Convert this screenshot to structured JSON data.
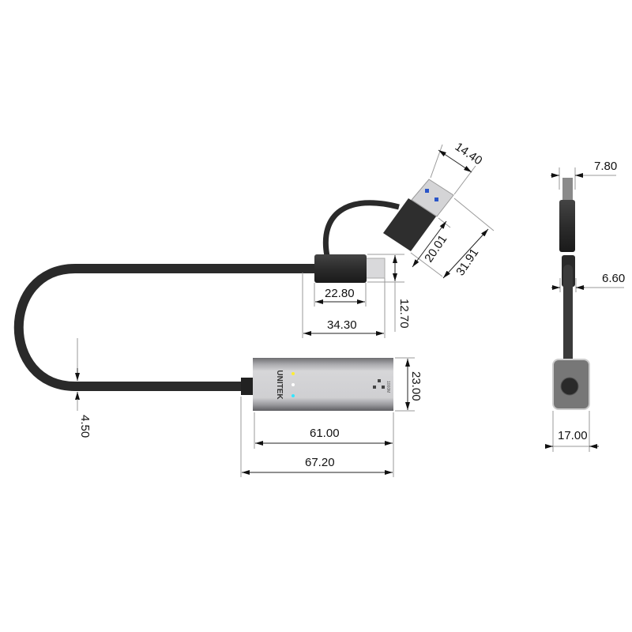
{
  "product": {
    "brand_logo": "UNITEK",
    "port_label": "1000M",
    "led_colors": [
      "#ffee33",
      "#ffffff",
      "#33e6ff"
    ],
    "body_color": "#b8b8bc",
    "cable_color": "#2a2a2a"
  },
  "dimensions": {
    "usb_a_width": "14.40",
    "usb_a_tip_to_housing": "20.01",
    "usb_a_total_length": "31.91",
    "usb_c_housing_length": "22.80",
    "usb_c_total_length": "34.30",
    "usb_c_height": "12.70",
    "body_height": "23.00",
    "body_length": "61.00",
    "body_total_length": "67.20",
    "cable_diameter": "4.50",
    "side_usb_thickness": "7.80",
    "side_connector_thickness": "6.60",
    "side_body_width": "17.00"
  }
}
